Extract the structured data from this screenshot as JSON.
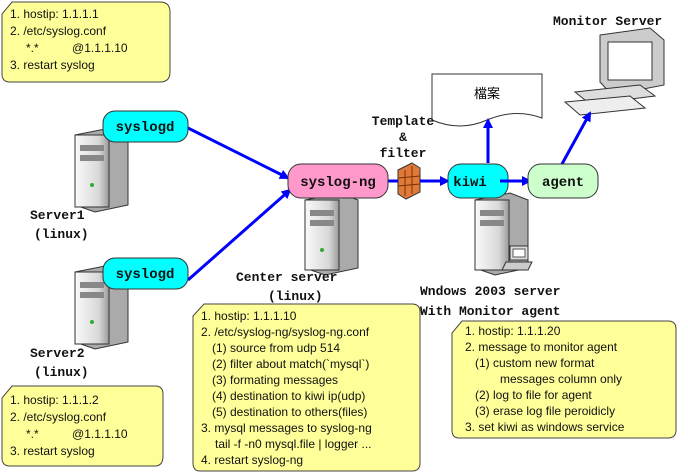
{
  "notes": {
    "server1": [
      "1. hostip: 1.1.1.1",
      "2. /etc/syslog.conf",
      "*.*          @1.1.1.10",
      "3. restart syslog"
    ],
    "server2": [
      "1. hostip: 1.1.1.2",
      "2. /etc/syslog.conf",
      "*.*          @1.1.1.10",
      "3. restart syslog"
    ],
    "center": [
      "1. hostip: 1.1.1.10",
      "2. /etc/syslog-ng/syslog-ng.conf",
      "(1) source from udp 514",
      "(2) filter about match(`mysql`)",
      "(3) formating messages",
      "(4) destination to kiwi ip(udp)",
      "(5) destination to others(files)",
      "3. mysql messages to syslog-ng",
      "tail -f -n0 mysql.file | logger ...",
      "4. restart syslog-ng"
    ],
    "windows": [
      "1. hostip: 1.1.1.20",
      "2. message to monitor agent",
      "(1) custom new format",
      "messages column only",
      "(2) log to file for agent",
      "(3) erase log file peroidicly",
      "3. set kiwi as windows service"
    ]
  },
  "nodes": {
    "syslogd1": "syslogd",
    "syslogd2": "syslogd",
    "syslog_ng": "syslog-ng",
    "kiwi": "kiwi",
    "agent": "agent",
    "file": "檔案"
  },
  "labels": {
    "server1": [
      "Server1",
      "(linux)"
    ],
    "server2": [
      "Server2",
      "(linux)"
    ],
    "center": [
      "Center server",
      "(linux)"
    ],
    "template": [
      "Template",
      "&",
      "filter"
    ],
    "windows": [
      "Wndows 2003 server",
      "With Monitor agent"
    ],
    "monitor": "Monitor Server"
  },
  "colors": {
    "note_fill": "#ffff99",
    "cyan": "#00ffff",
    "pink": "#ff99cc",
    "green": "#ccffcc",
    "arrow": "#0000ff"
  }
}
